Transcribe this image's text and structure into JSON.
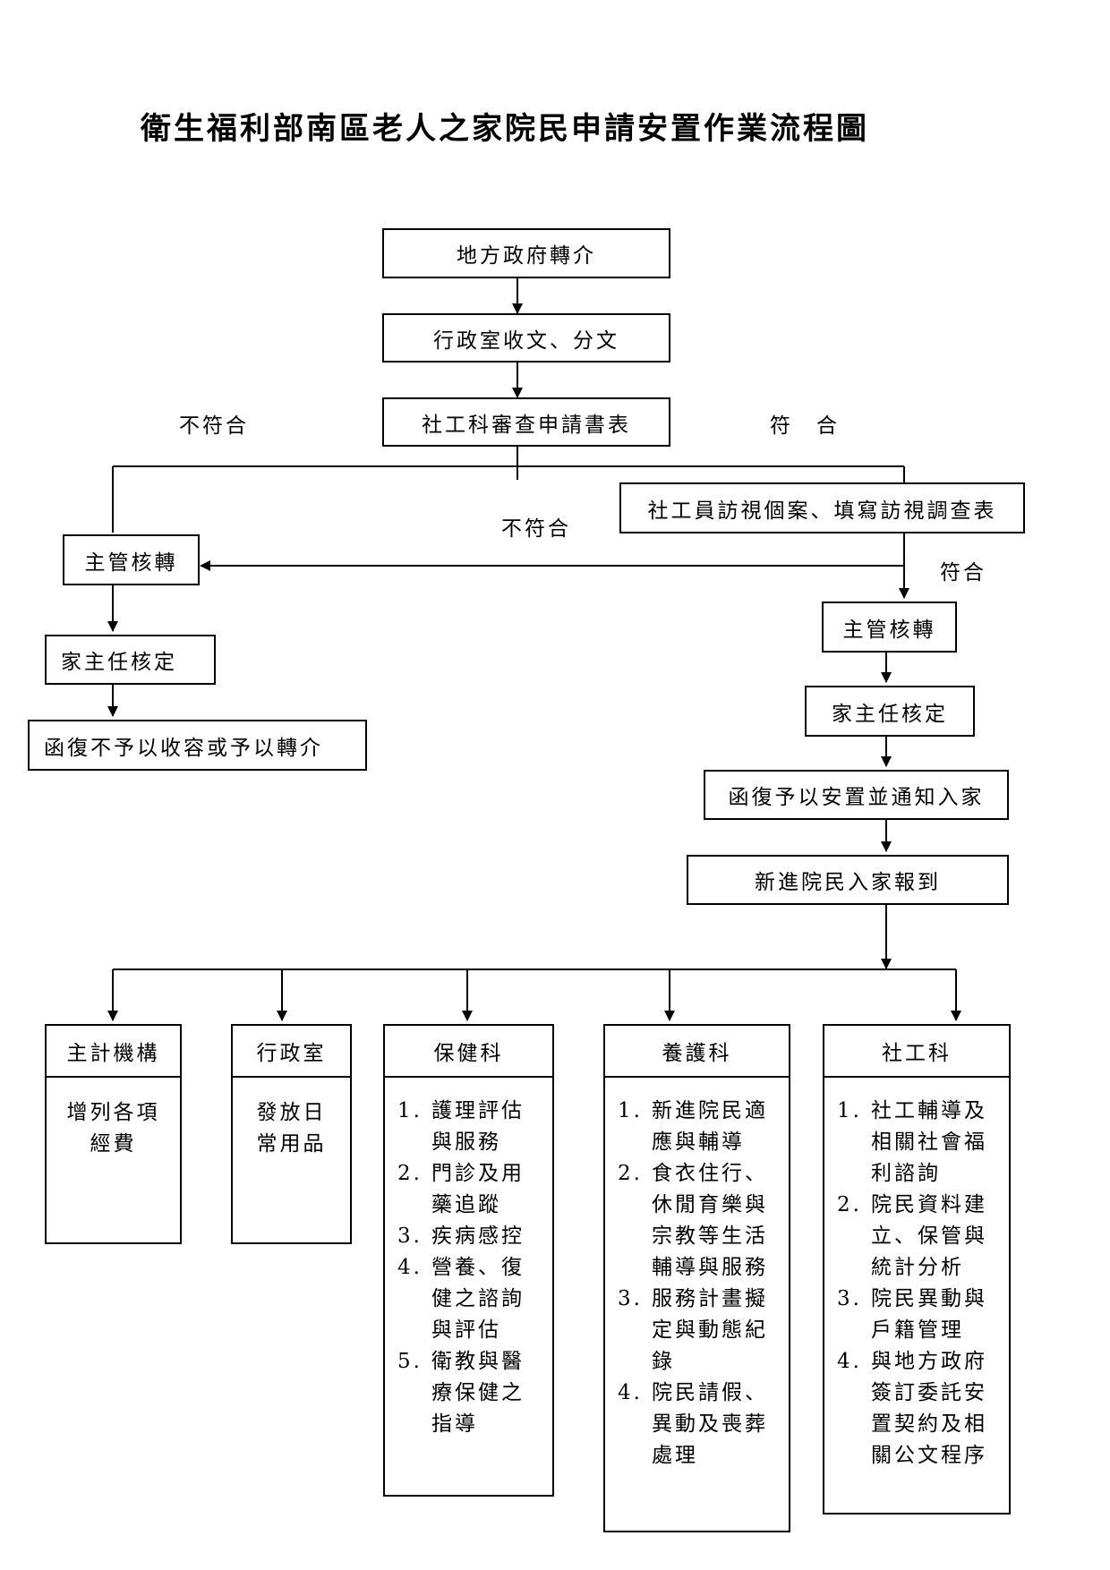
{
  "title": "衛生福利部南區老人之家院民申請安置作業流程圖",
  "nodes": {
    "referral": "地方政府轉介",
    "receive": "行政室收文、分文",
    "review": "社工科審查申請書表",
    "visit": "社工員訪視個案、填寫訪視調查表",
    "supervisor_left": "主管核轉",
    "director_left": "家主任核定",
    "reject_reply": "函復不予以收容或予以轉介",
    "supervisor_right": "主管核轉",
    "director_right": "家主任核定",
    "accept_reply": "函復予以安置並通知入家",
    "checkin": "新進院民入家報到"
  },
  "labels": {
    "not_match_top": "不符合",
    "match_top": "符　合",
    "not_match_mid": "不符合",
    "match_mid": "符合"
  },
  "departments": [
    {
      "name": "主計機構",
      "lines": [
        "增列各項",
        "經費"
      ]
    },
    {
      "name": "行政室",
      "lines": [
        "發放日",
        "常用品"
      ]
    },
    {
      "name": "保健科",
      "items": [
        {
          "num": "1.",
          "lines": [
            "護理評估",
            "與服務"
          ]
        },
        {
          "num": "2.",
          "lines": [
            "門診及用",
            "藥追蹤"
          ]
        },
        {
          "num": "3.",
          "lines": [
            "疾病感控"
          ]
        },
        {
          "num": "4.",
          "lines": [
            "營養、復",
            "健之諮詢",
            "與評估"
          ]
        },
        {
          "num": "5.",
          "lines": [
            "衛教與醫",
            "療保健之",
            "指導"
          ]
        }
      ]
    },
    {
      "name": "養護科",
      "items": [
        {
          "num": "1.",
          "lines": [
            "新進院民適",
            "應與輔導"
          ]
        },
        {
          "num": "2.",
          "lines": [
            "食衣住行、",
            "休閒育樂與",
            "宗教等生活",
            "輔導與服務"
          ]
        },
        {
          "num": "3.",
          "lines": [
            "服務計畫擬",
            "定與動態紀",
            "錄"
          ]
        },
        {
          "num": "4.",
          "lines": [
            "院民請假、",
            "異動及喪葬",
            "處理"
          ]
        }
      ]
    },
    {
      "name": "社工科",
      "items": [
        {
          "num": "1.",
          "lines": [
            "社工輔導及",
            "相關社會福",
            "利諮詢"
          ]
        },
        {
          "num": "2.",
          "lines": [
            "院民資料建",
            "立、保管與",
            "統計分析"
          ]
        },
        {
          "num": "3.",
          "lines": [
            "院民異動與",
            "戶籍管理"
          ]
        },
        {
          "num": "4.",
          "lines": [
            "與地方政府",
            "簽訂委託安",
            "置契約及相",
            "關公文程序"
          ]
        }
      ]
    }
  ]
}
